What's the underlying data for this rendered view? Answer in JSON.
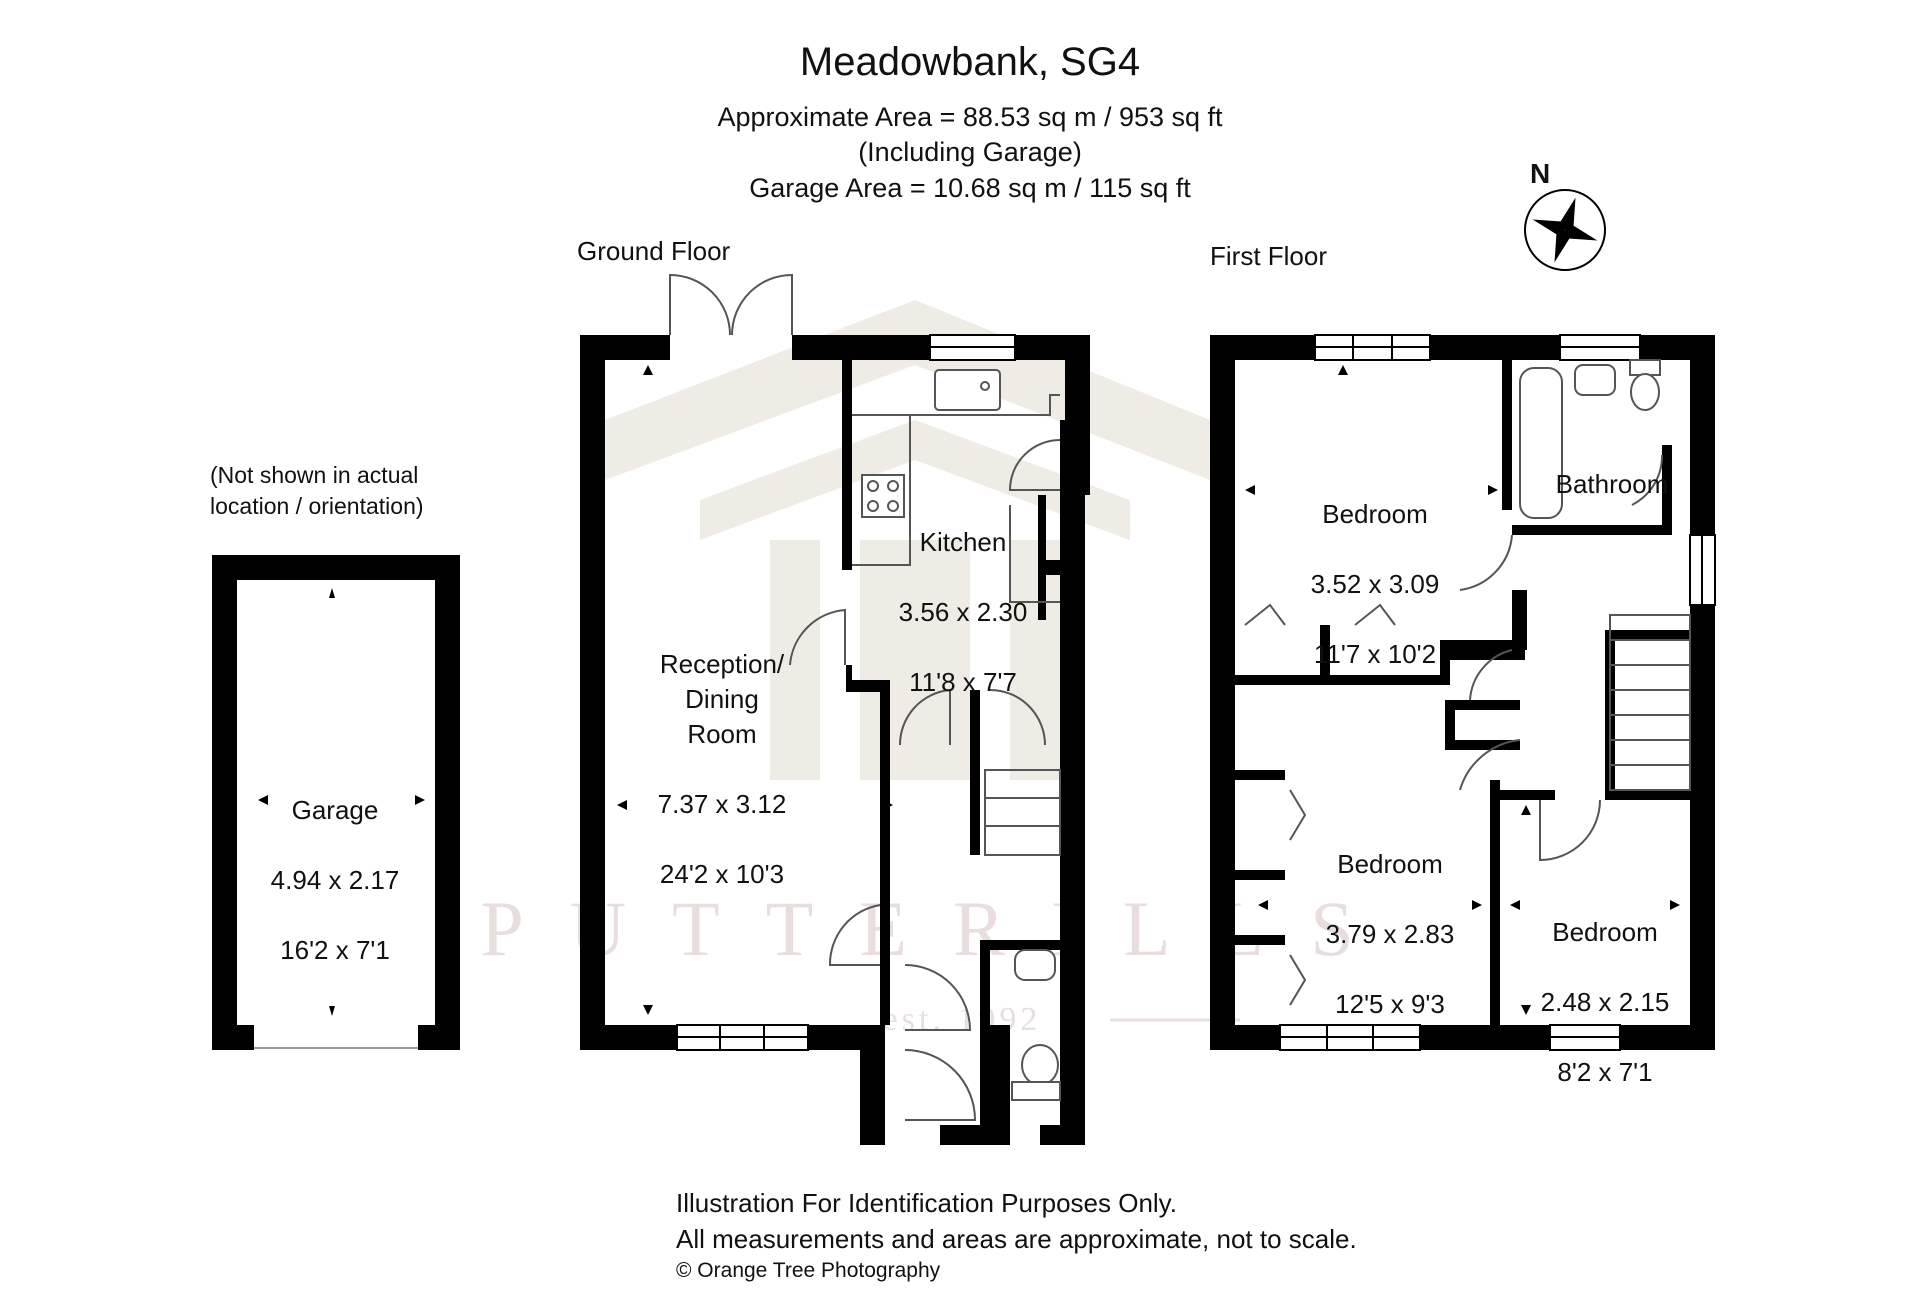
{
  "header": {
    "title": "Meadowbank, SG4",
    "approx_area": "Approximate Area =  88.53 sq m / 953 sq ft",
    "including_garage": "(Including Garage)",
    "garage_area": "Garage Area =  10.68 sq m / 115 sq ft"
  },
  "floors": {
    "ground": "Ground Floor",
    "first": "First Floor"
  },
  "garage_note": "(Not shown in actual\nlocation / orientation)",
  "compass": {
    "label": "N"
  },
  "rooms": {
    "garage": {
      "name": "Garage",
      "metric": "4.94 x 2.17",
      "imperial": "16'2 x 7'1"
    },
    "reception": {
      "name": "Reception/\nDining\nRoom",
      "metric": "7.37 x 3.12",
      "imperial": "24'2 x 10'3"
    },
    "kitchen": {
      "name": "Kitchen",
      "metric": "3.56 x 2.30",
      "imperial": "11'8 x 7'7"
    },
    "bedroom1": {
      "name": "Bedroom",
      "metric": "3.52 x 3.09",
      "imperial": "11'7 x 10'2"
    },
    "bathroom": {
      "name": "Bathroom"
    },
    "bedroom2": {
      "name": "Bedroom",
      "metric": "3.79 x 2.83",
      "imperial": "12'5 x 9'3"
    },
    "bedroom3": {
      "name": "Bedroom",
      "metric": "2.48 x 2.15",
      "imperial": "8'2 x 7'1"
    }
  },
  "watermark": {
    "brand": "PUTTERILLS",
    "est": "est. 1992"
  },
  "footer": {
    "line1": "Illustration For Identification Purposes Only.",
    "line2": "All measurements and areas are approximate, not to scale.",
    "credit": "© Orange Tree Photography"
  },
  "colors": {
    "wall": "#000000",
    "watermark": "#ece8e2",
    "watermark_text": "#e6dcdc"
  }
}
